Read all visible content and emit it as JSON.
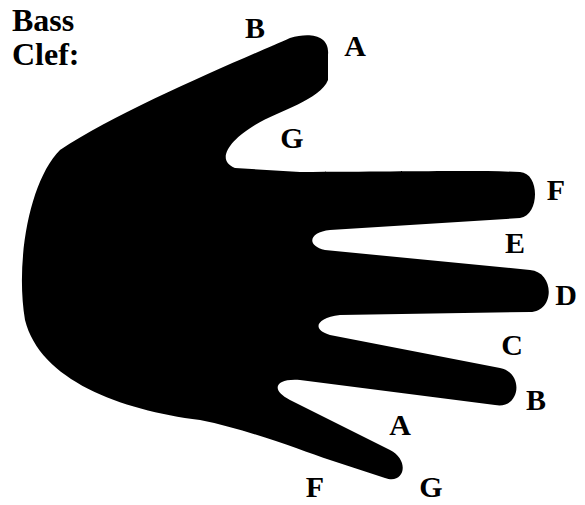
{
  "diagram": {
    "title": "Bass Clef:",
    "labels": [
      "B",
      "A",
      "G",
      "F",
      "E",
      "D",
      "C",
      "B",
      "A",
      "G",
      "F"
    ]
  }
}
